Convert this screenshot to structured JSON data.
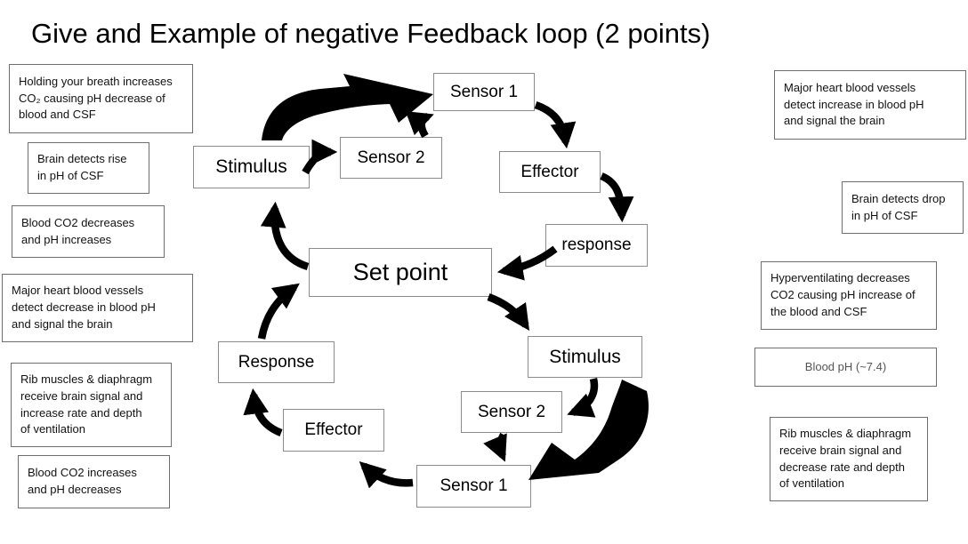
{
  "title": "Give and Example of negative Feedback loop (2 points)",
  "colors": {
    "arrow": "#000000",
    "node_border": "#8c8c8c",
    "note_border": "#6e6e6e",
    "muted_text": "#565656"
  },
  "diagram": {
    "nodes": [
      {
        "id": "sensor1-top",
        "label": "Sensor 1"
      },
      {
        "id": "sensor2-top",
        "label": "Sensor 2"
      },
      {
        "id": "stimulus-top",
        "label": "Stimulus"
      },
      {
        "id": "effector-top",
        "label": "Effector"
      },
      {
        "id": "response-top",
        "label": "response"
      },
      {
        "id": "set-point",
        "label": "Set point"
      },
      {
        "id": "stimulus-bottom",
        "label": "Stimulus"
      },
      {
        "id": "sensor2-bottom",
        "label": "Sensor 2"
      },
      {
        "id": "sensor1-bottom",
        "label": "Sensor 1"
      },
      {
        "id": "effector-bottom",
        "label": "Effector"
      },
      {
        "id": "response-bottom",
        "label": "Response"
      }
    ]
  },
  "left_notes": [
    {
      "text": "Holding your breath increases\nCO₂ causing pH decrease of\nblood and CSF"
    },
    {
      "text": "Brain detects rise\nin pH of CSF"
    },
    {
      "text": "Blood CO2 decreases\nand pH increases"
    },
    {
      "text": "Major heart blood vessels\ndetect decrease in blood pH\nand signal the brain"
    },
    {
      "text": "Rib muscles & diaphragm\nreceive brain signal and\nincrease rate and depth\nof ventilation"
    },
    {
      "text": "Blood CO2 increases\nand pH decreases"
    }
  ],
  "right_notes": [
    {
      "text": "Major heart blood vessels\ndetect increase in blood pH\nand signal the brain"
    },
    {
      "text": "Brain detects drop\nin pH of CSF"
    },
    {
      "text": "Hyperventilating decreases\nCO2 causing pH increase of\nthe blood and CSF"
    },
    {
      "text": "Blood pH (~7.4)",
      "muted": true
    },
    {
      "text": "Rib muscles & diaphragm\nreceive brain signal and\ndecrease rate and depth\nof ventilation"
    }
  ]
}
